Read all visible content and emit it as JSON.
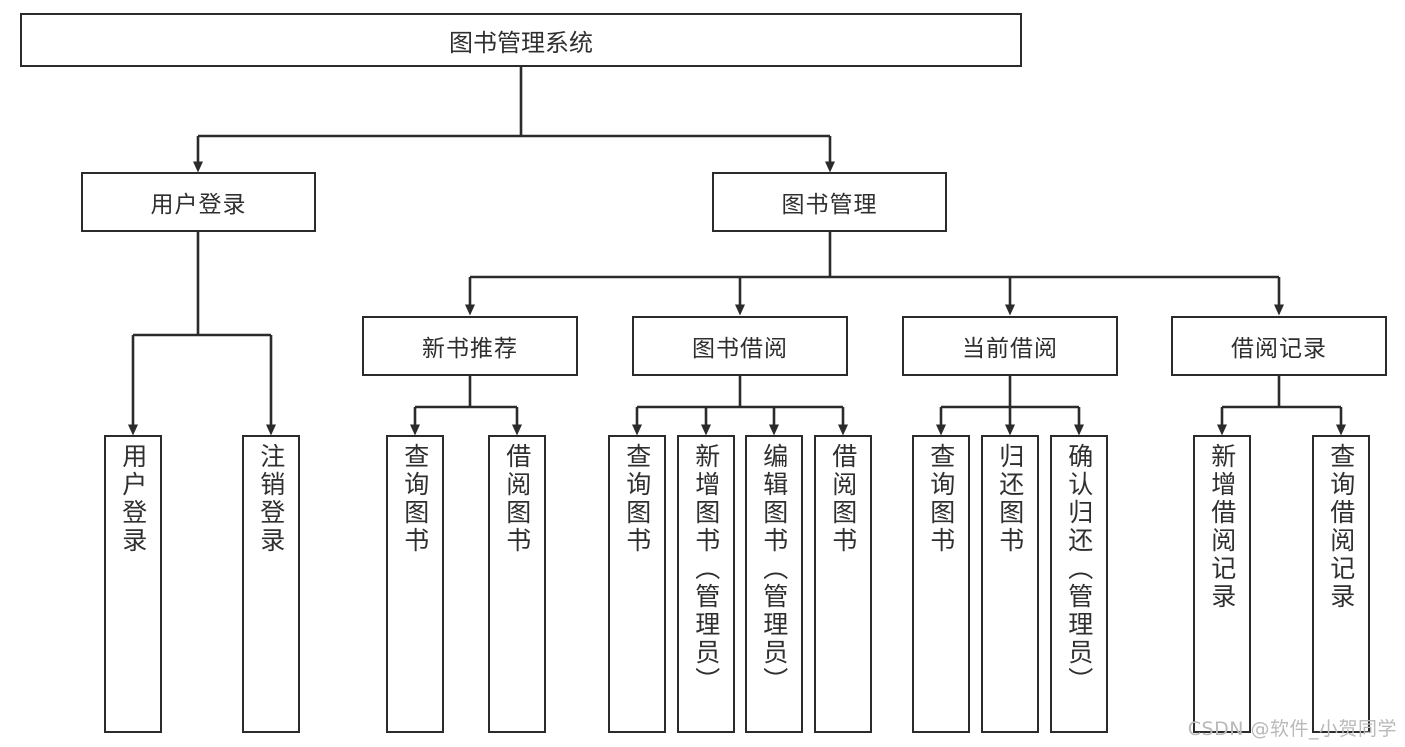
{
  "diagram": {
    "type": "tree",
    "title": "图书管理系统",
    "root": {
      "label": "图书管理系统"
    },
    "level2": [
      {
        "label": "用户登录"
      },
      {
        "label": "图书管理"
      }
    ],
    "level3": [
      {
        "label": "新书推荐"
      },
      {
        "label": "图书借阅"
      },
      {
        "label": "当前借阅"
      },
      {
        "label": "借阅记录"
      }
    ],
    "leaves": {
      "user_login": [
        "用户登录",
        "注销登录"
      ],
      "new_book": [
        "查询图书",
        "借阅图书"
      ],
      "book_borrow": [
        "查询图书",
        "新增图书（管理员）",
        "编辑图书（管理员）",
        "借阅图书"
      ],
      "current_borrow": [
        "查询图书",
        "归还图书",
        "确认归还（管理员）"
      ],
      "borrow_record": [
        "新增借阅记录",
        "查询借阅记录"
      ]
    }
  },
  "watermark": {
    "text": "CSDN @软件_小贺同学"
  },
  "colors": {
    "stroke": "#2b2b2b",
    "text": "#2f2f2f",
    "background": "#ffffff",
    "watermark": "#b9b9b9"
  }
}
